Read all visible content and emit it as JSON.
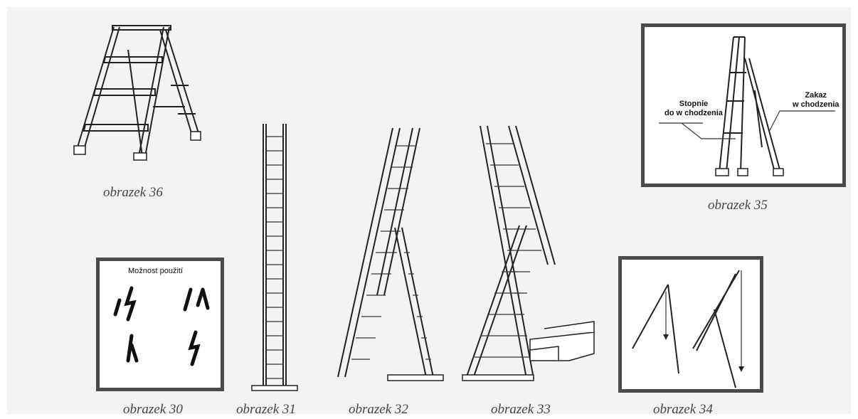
{
  "figures": {
    "fig36": {
      "caption": "obrazek 36"
    },
    "fig35": {
      "caption": "obrazek 35",
      "label_steps": "Stopnie\ndo w chodzenia",
      "label_ban": "Zakaz\nw chodzenia"
    },
    "fig30": {
      "caption": "obrazek 30",
      "title": "Možnost použití"
    },
    "fig31": {
      "caption": "obrazek 31"
    },
    "fig32": {
      "caption": "obrazek 32"
    },
    "fig33": {
      "caption": "obrazek 33"
    },
    "fig34": {
      "caption": "obrazek 34"
    }
  }
}
